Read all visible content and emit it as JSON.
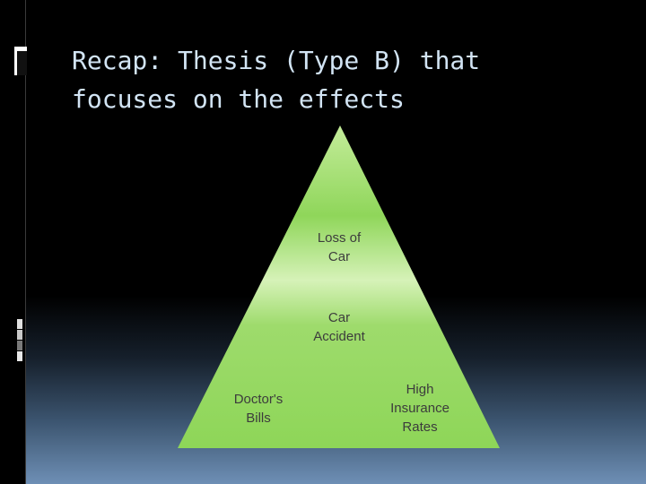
{
  "slide": {
    "title": "Recap: Thesis (Type B) that\nfocuses on the effects"
  },
  "pyramid": {
    "top_label": "Loss of\nCar",
    "center_label": "Car\nAccident",
    "left_label": "Doctor's\nBills",
    "right_label": "High\nInsurance\nRates"
  },
  "colors": {
    "title": "#d2e4f4",
    "pyramid_green": "#8fd65a",
    "pyramid_light": "#d6f2b8",
    "label_text": "#3c3c3c"
  }
}
